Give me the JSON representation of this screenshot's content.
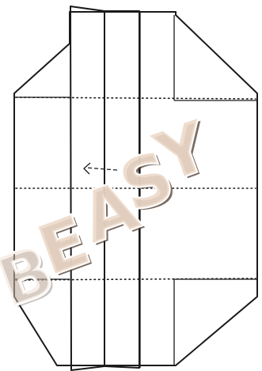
{
  "diagram": {
    "colors": {
      "paper_colored": "#c29a79",
      "paper_white": "#ffffff",
      "line": "#1a1a1a",
      "watermark_fill": "#ecd9c9",
      "watermark_outline": "#ffffff",
      "watermark_shadow": "#4d3b30"
    },
    "watermark": {
      "letters": [
        "E",
        "A",
        "S",
        "Y"
      ],
      "ghost_letter": "B"
    }
  }
}
